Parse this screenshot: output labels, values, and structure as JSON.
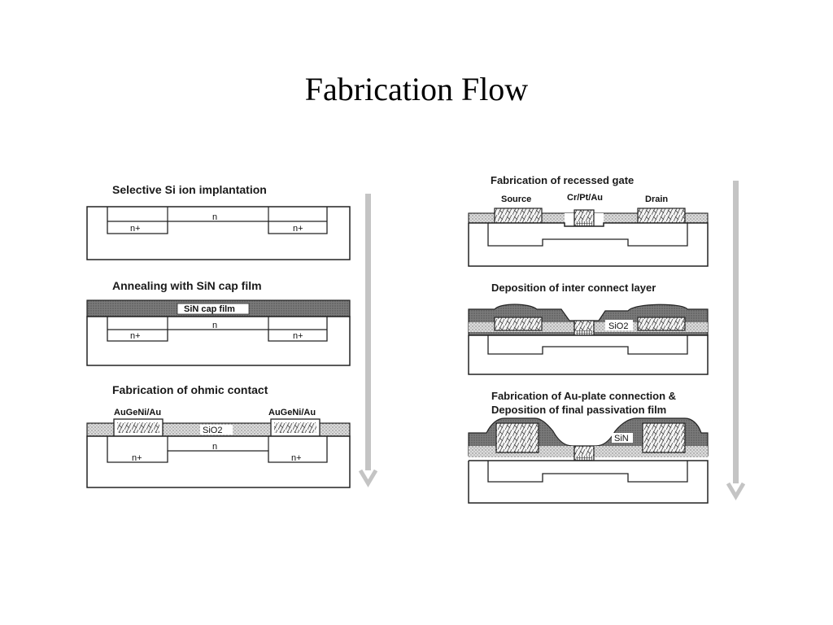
{
  "slide": {
    "title": "Fabrication Flow"
  },
  "left_column": {
    "steps": [
      {
        "title": "Selective Si ion implantation",
        "labels": {
          "n": "n",
          "n_plus_left": "n+",
          "n_plus_right": "n+"
        }
      },
      {
        "title": "Annealing with SiN cap film",
        "labels": {
          "cap": "SiN cap film",
          "n": "n",
          "n_plus_left": "n+",
          "n_plus_right": "n+"
        }
      },
      {
        "title": "Fabrication of ohmic contact",
        "labels": {
          "metal_left": "AuGeNi/Au",
          "metal_right": "AuGeNi/Au",
          "oxide": "SiO2",
          "n": "n",
          "n_plus_left": "n+",
          "n_plus_right": "n+"
        }
      }
    ]
  },
  "right_column": {
    "steps": [
      {
        "title": "Fabrication of recessed gate",
        "labels": {
          "source": "Source",
          "gate": "Cr/Pt/Au",
          "drain": "Drain"
        }
      },
      {
        "title": "Deposition of inter connect layer",
        "labels": {
          "oxide": "SiO2"
        }
      },
      {
        "title_line1": "Fabrication of Au-plate connection &",
        "title_line2": "Deposition of final passivation film",
        "labels": {
          "passivation": "SiN"
        }
      }
    ]
  }
}
